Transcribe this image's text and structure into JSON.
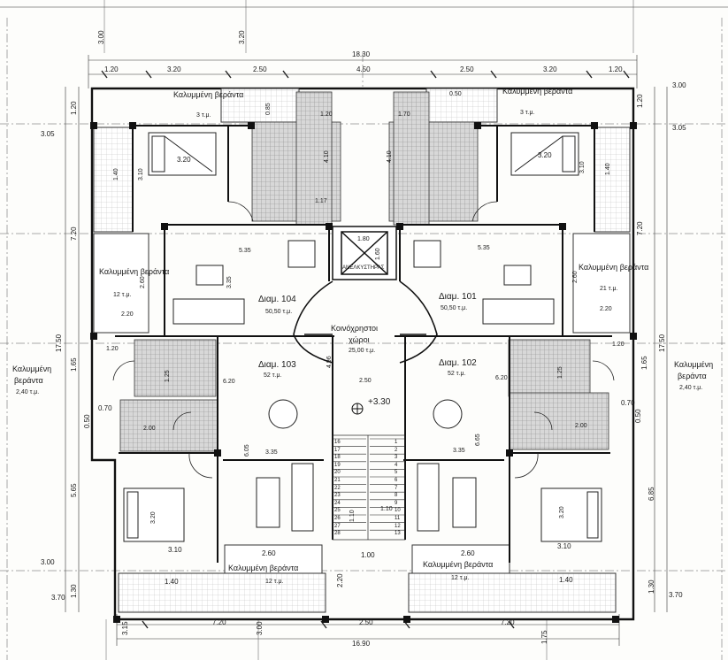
{
  "overall": {
    "width_top": "18.30",
    "width_bottom": "16.90",
    "height_left": "17.50",
    "height_right": "17.50"
  },
  "dims": {
    "top_row": [
      "1.20",
      "3.20",
      "2.50",
      "4.50",
      "2.50",
      "3.20",
      "1.20"
    ],
    "top_left_3_00": "3.00",
    "top_left_3_20": "3.20",
    "right_3_00": "3.00",
    "left_3_05": "3.05",
    "right_3_05": "3.05",
    "left_7_20": "7.20",
    "right_7_20": "7.20",
    "left_1_20": "1.20",
    "right_1_20": "1.20",
    "left_1_65": "1.65",
    "right_1_65": "1.65",
    "left_5_65": "5.65",
    "right_6_85": "6.85",
    "left_0_50": "0.50",
    "right_0_50": "0.50",
    "left_0_70": "0.70",
    "right_0_70": "0.70",
    "left_3_00_low": "3.00",
    "left_1_30": "1.30",
    "right_1_30": "1.30",
    "left_3_70": "3.70",
    "right_3_70": "3.70",
    "bottom_row": [
      "3.15",
      "7.20",
      "3.00",
      "2.50",
      "7.20",
      "1.75"
    ],
    "bottom_2_20": "2.20",
    "bottom_1_00": "1.00",
    "bottom_1_40_l": "1.40",
    "bottom_1_40_r": "1.40",
    "bottom_2_60_l": "2.60",
    "bottom_2_60_r": "2.60",
    "bottom_3_10_l": "3.10",
    "bottom_3_10_r": "3.10",
    "inner": {
      "d_0_85": "0.85",
      "d_0_50": "0.50",
      "d_1_20_tl": "1.20",
      "d_1_70_tr": "1.70",
      "d_1_80_shaft": "1.80",
      "d_1_60_shaft": "1.60",
      "d_4_10_l": "4.10",
      "d_4_10_r": "4.10",
      "d_3_20_bed_l": "3.20",
      "d_3_20_bed_r": "3.20",
      "d_3_10_l": "3.10",
      "d_3_10_r": "3.10",
      "d_1_40_l": "1.40",
      "d_1_40_r": "1.40",
      "d_5_35_l": "5.35",
      "d_5_35_r": "5.35",
      "d_3_35_liv": "3.35",
      "d_2_60_l": "2.60",
      "d_2_60_r": "2.60",
      "d_2_20_l": "2.20",
      "d_2_20_r": "2.20",
      "d_1_20_l": "1.20",
      "d_1_20_r": "1.20",
      "d_6_20_l": "6.20",
      "d_6_20_r": "6.20",
      "d_4_96": "4.96",
      "d_2_50_hall": "2.50",
      "d_2_00_l": "2.00",
      "d_2_00_r": "2.00",
      "d_6_05": "6.05",
      "d_6_65": "6.65",
      "d_3_35_l": "3.35",
      "d_3_35_r": "3.35",
      "d_3_20_bbed_l": "3.20",
      "d_3_20_bbed_r": "3.20",
      "d_1_10": "1.10",
      "d_1_10_v": "1.10",
      "d_1_25": "1.25",
      "d_1_25_r": "1.25",
      "d_1_17": "1.17"
    }
  },
  "rooms": {
    "ver_tl": {
      "name": "Καλυμμένη βεράντα",
      "area": "3 τ.μ."
    },
    "ver_tr": {
      "name": "Καλυμμένη βεράντα",
      "area": "3 τ.μ."
    },
    "ver_ml": {
      "name": "Καλυμμένη βεράντα",
      "area": "12 τ.μ."
    },
    "ver_mr": {
      "name": "Καλυμμένη βεράντα",
      "area": "21 τ.μ."
    },
    "ver_left": {
      "name_1": "Καλυμμένη",
      "name_2": "βεράντα",
      "area": "2,40 τ.μ."
    },
    "ver_right": {
      "name_1": "Καλυμμένη",
      "name_2": "βεράντα",
      "area": "2,40 τ.μ."
    },
    "ver_bl": {
      "name": "Καλυμμένη βεράντα",
      "area": "12 τ.μ."
    },
    "ver_br": {
      "name": "Καλυμμένη βεράντα",
      "area": "12 τ.μ."
    },
    "apt104": {
      "name": "Διαμ. 104",
      "area": "50,50 τ.μ."
    },
    "apt101": {
      "name": "Διαμ. 101",
      "area": "50,50 τ.μ."
    },
    "apt103": {
      "name": "Διαμ. 103",
      "area": "52 τ.μ."
    },
    "apt102": {
      "name": "Διαμ. 102",
      "area": "52 τ.μ."
    },
    "common": {
      "name_1": "Κοινόχρηστοι",
      "name_2": "χώροι",
      "area": "25,00 τ.μ."
    },
    "elevator": {
      "name": "ΑΝΕΛΚΥΣΤΗΡΑΣ"
    },
    "level": "+3.30"
  },
  "stairs": {
    "left": [
      "16",
      "17",
      "18",
      "19",
      "20",
      "21",
      "22",
      "23",
      "24",
      "25",
      "26",
      "27",
      "28"
    ],
    "right": [
      "1",
      "2",
      "3",
      "4",
      "5",
      "6",
      "7",
      "8",
      "9",
      "10",
      "11",
      "12",
      "13"
    ]
  }
}
